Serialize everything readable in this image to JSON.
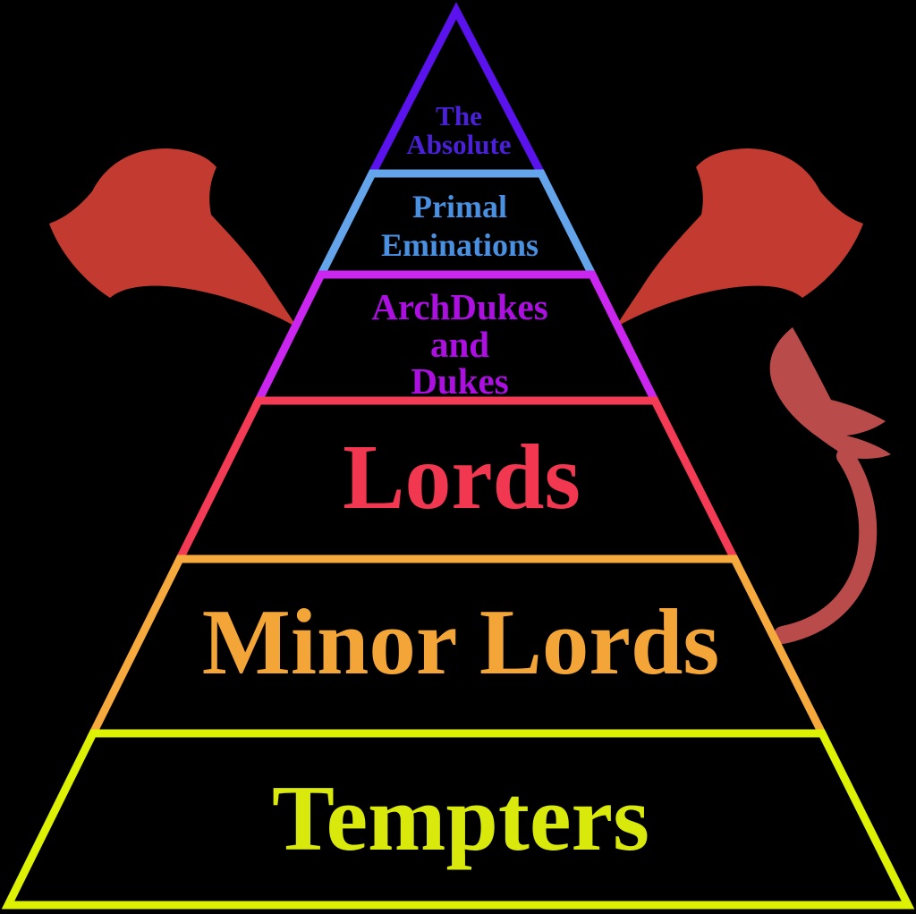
{
  "diagram": {
    "type": "pyramid-hierarchy",
    "theme": "demon-hierarchy",
    "background_color": "#000000",
    "levels": [
      {
        "rank": 1,
        "label": "The Absolute",
        "lines": [
          "The",
          "Absolute"
        ],
        "border_color": "#5a13ec",
        "text_color": "#4a20d9"
      },
      {
        "rank": 2,
        "label": "Primal Eminations",
        "lines": [
          "Primal",
          "Eminations"
        ],
        "border_color": "#64a4ea",
        "text_color": "#4a90e0"
      },
      {
        "rank": 3,
        "label": "ArchDukes and Dukes",
        "lines": [
          "ArchDukes",
          "and",
          "Dukes"
        ],
        "border_color": "#cb26ef",
        "text_color": "#ab10e0"
      },
      {
        "rank": 4,
        "label": "Lords",
        "lines": [
          "Lords"
        ],
        "border_color": "#f43b55",
        "text_color": "#f23750"
      },
      {
        "rank": 5,
        "label": "Minor Lords",
        "lines": [
          "Minor Lords"
        ],
        "border_color": "#f6aa3d",
        "text_color": "#f3a537"
      },
      {
        "rank": 6,
        "label": "Tempters",
        "lines": [
          "Tempters"
        ],
        "border_color": "#dcf104",
        "text_color": "#d9e90c"
      }
    ],
    "decorations": {
      "left_wing_icon": "bat-wing",
      "right_wing_icon": "bat-wing",
      "tail_icon": "devil-tail",
      "wing_color": "#c23a30",
      "tail_color": "#b94c4b"
    }
  }
}
